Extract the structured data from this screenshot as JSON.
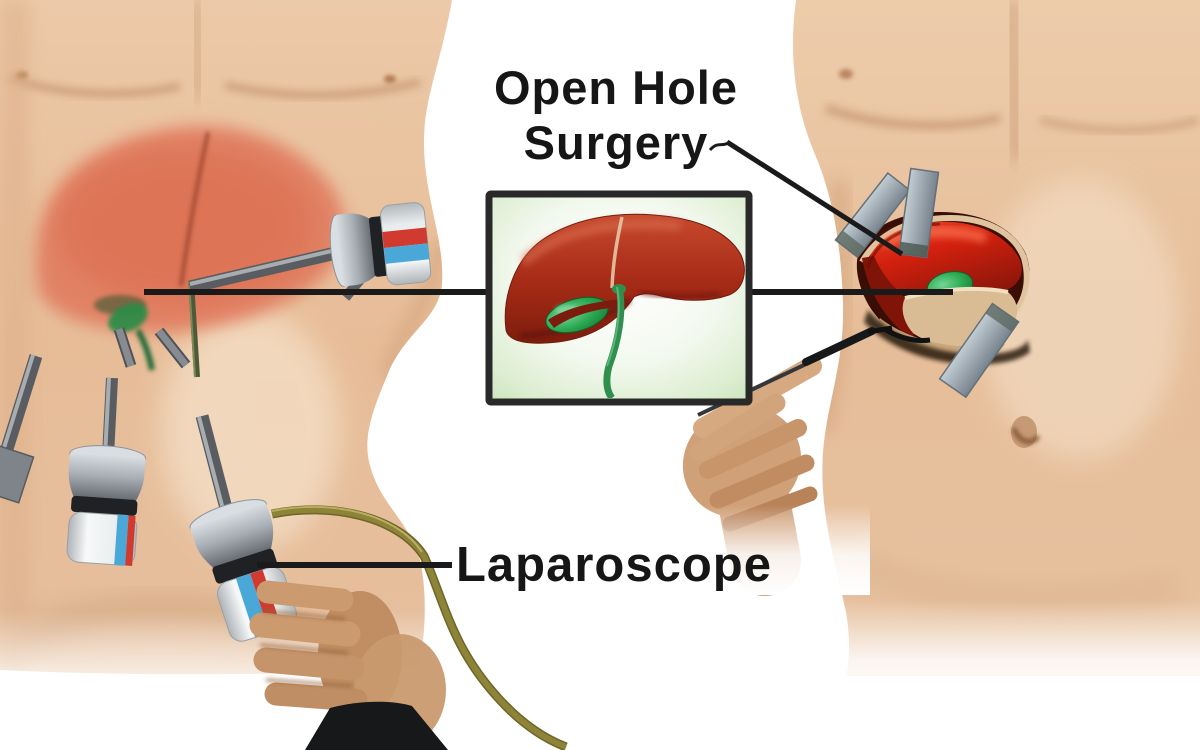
{
  "illustration": {
    "title": "Laparoscopic vs open hole liver surgery comparison diagram",
    "labels": {
      "open_hole_line1": "Open Hole",
      "open_hole_line2": "Surgery",
      "laparoscope": "Laparoscope"
    },
    "colors": {
      "background": "#ffffff",
      "annotation_text": "#161616",
      "annotation_line": "#1a1a1a",
      "skin": "#eac5a4",
      "liver_red": "#a82c17",
      "liver_bright": "#d3200e",
      "gallbladder_green": "#2aa750",
      "instrument_gray": "#8d959b",
      "trocar_ring": "#1f2124",
      "stripe_red": "#d13a2e",
      "stripe_blue": "#4aa8d8",
      "cable_olive": "#8d8339",
      "inset_background": "#cde7c0"
    }
  }
}
